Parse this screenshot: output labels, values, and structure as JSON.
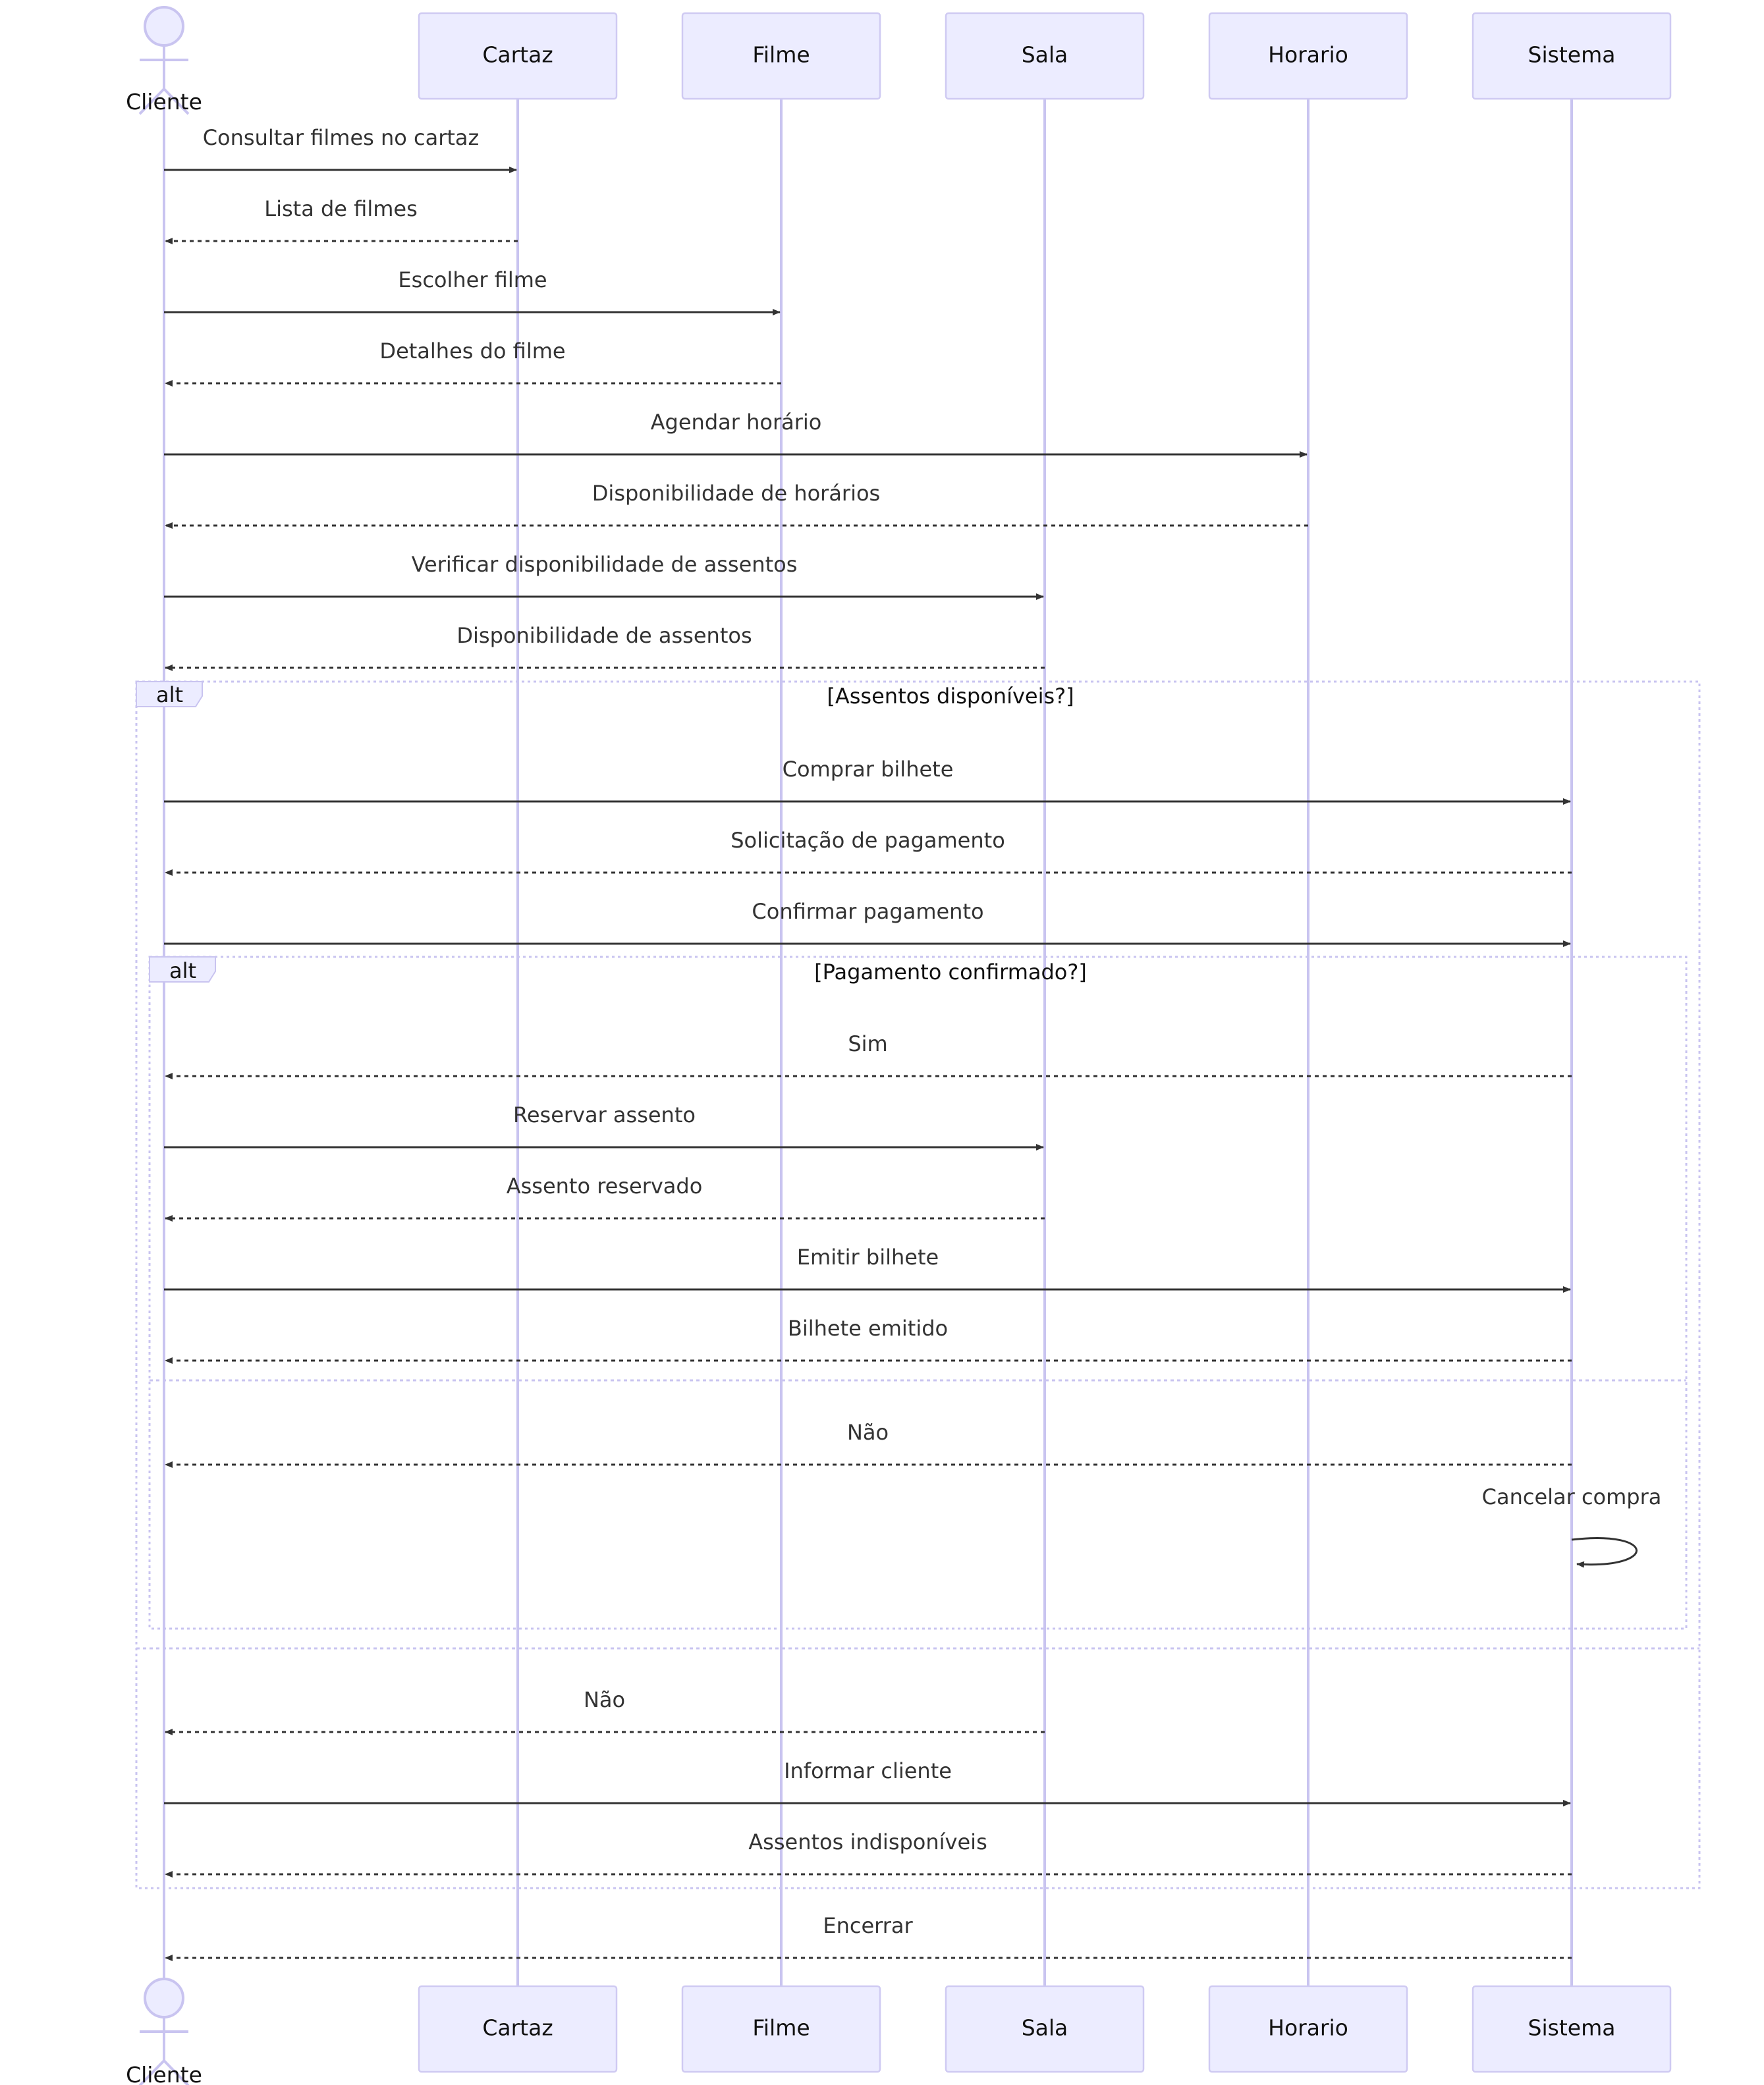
{
  "participants": [
    {
      "id": "cliente",
      "label": "Cliente",
      "kind": "actor"
    },
    {
      "id": "cartaz",
      "label": "Cartaz",
      "kind": "box"
    },
    {
      "id": "filme",
      "label": "Filme",
      "kind": "box"
    },
    {
      "id": "sala",
      "label": "Sala",
      "kind": "box"
    },
    {
      "id": "horario",
      "label": "Horario",
      "kind": "box"
    },
    {
      "id": "sistema",
      "label": "Sistema",
      "kind": "box"
    }
  ],
  "messages": [
    {
      "from": "cliente",
      "to": "cartaz",
      "text": "Consultar filmes no cartaz",
      "style": "solid"
    },
    {
      "from": "cartaz",
      "to": "cliente",
      "text": "Lista de filmes",
      "style": "dotted"
    },
    {
      "from": "cliente",
      "to": "filme",
      "text": "Escolher filme",
      "style": "solid"
    },
    {
      "from": "filme",
      "to": "cliente",
      "text": "Detalhes do filme",
      "style": "dotted"
    },
    {
      "from": "cliente",
      "to": "horario",
      "text": "Agendar horário",
      "style": "solid"
    },
    {
      "from": "horario",
      "to": "cliente",
      "text": "Disponibilidade de horários",
      "style": "dotted"
    },
    {
      "from": "cliente",
      "to": "sala",
      "text": "Verificar disponibilidade de assentos",
      "style": "solid"
    },
    {
      "from": "sala",
      "to": "cliente",
      "text": "Disponibilidade de assentos",
      "style": "dotted"
    },
    {
      "from": "cliente",
      "to": "sistema",
      "text": "Comprar bilhete",
      "style": "solid"
    },
    {
      "from": "sistema",
      "to": "cliente",
      "text": "Solicitação de pagamento",
      "style": "dotted"
    },
    {
      "from": "cliente",
      "to": "sistema",
      "text": "Confirmar pagamento",
      "style": "solid"
    },
    {
      "from": "sistema",
      "to": "cliente",
      "text": "Sim",
      "style": "dotted"
    },
    {
      "from": "cliente",
      "to": "sala",
      "text": "Reservar assento",
      "style": "solid"
    },
    {
      "from": "sala",
      "to": "cliente",
      "text": "Assento reservado",
      "style": "dotted"
    },
    {
      "from": "cliente",
      "to": "sistema",
      "text": "Emitir bilhete",
      "style": "solid"
    },
    {
      "from": "sistema",
      "to": "cliente",
      "text": "Bilhete emitido",
      "style": "dotted"
    },
    {
      "from": "sistema",
      "to": "cliente",
      "text": "Não",
      "style": "dotted"
    },
    {
      "from": "sistema",
      "to": "sistema",
      "text": "Cancelar compra",
      "style": "solid"
    },
    {
      "from": "sala",
      "to": "cliente",
      "text": "Não",
      "style": "dotted"
    },
    {
      "from": "cliente",
      "to": "sistema",
      "text": "Informar cliente",
      "style": "solid"
    },
    {
      "from": "sistema",
      "to": "cliente",
      "text": "Assentos indisponíveis",
      "style": "dotted"
    },
    {
      "from": "sistema",
      "to": "cliente",
      "text": "Encerrar",
      "style": "dotted"
    }
  ],
  "fragments": [
    {
      "kind": "alt",
      "condition": "[Assentos disponíveis?]"
    },
    {
      "kind": "alt",
      "condition": "[Pagamento confirmado?]"
    }
  ],
  "colors": {
    "participant_fill": "#ececff",
    "participant_border": "#cfcaf2",
    "lifeline": "#c9c4f0",
    "message": "#333333"
  }
}
